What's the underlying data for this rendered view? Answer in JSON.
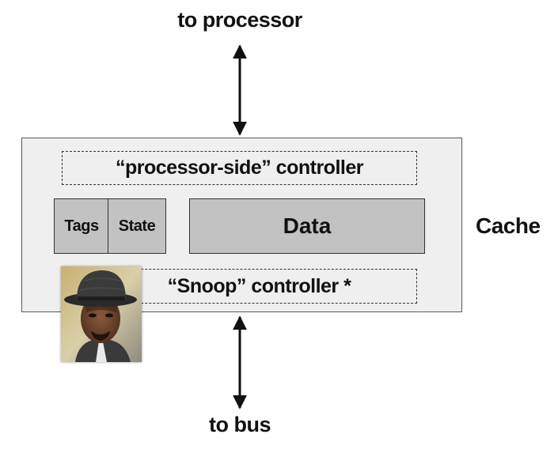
{
  "diagram": {
    "top_label": "to processor",
    "bottom_label": "to bus",
    "cache_label": "Cache",
    "processor_controller": "“processor-side” controller",
    "snoop_controller": "“Snoop” controller *",
    "tags": "Tags",
    "state": "State",
    "data": "Data",
    "colors": {
      "cache_fill": "#efefef",
      "block_fill": "#c2c2c2",
      "outline": "#333333"
    }
  },
  "photo": {
    "icon": "portrait-photo-icon"
  }
}
